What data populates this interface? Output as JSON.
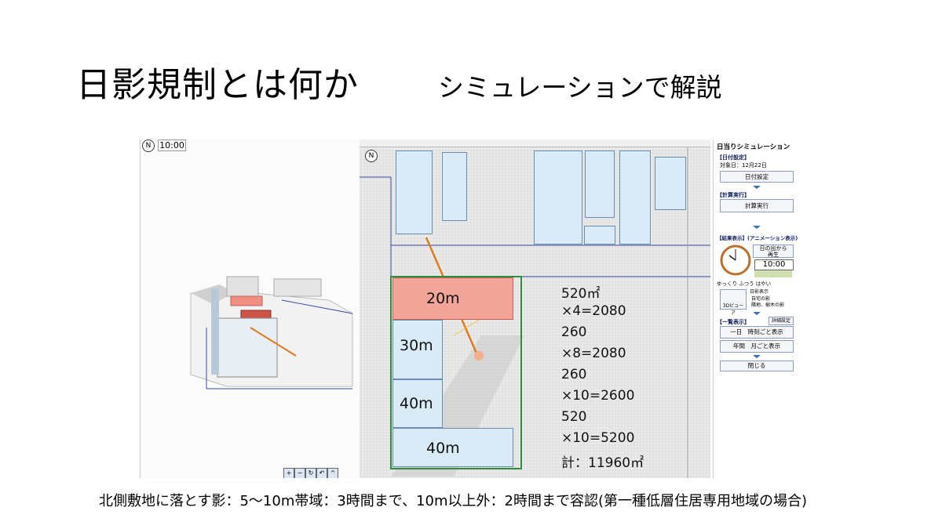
{
  "slide": {
    "title": "日影規制とは何か",
    "subtitle": "シミュレーションで解説",
    "footer": "北側敷地に落とす影：5〜10m帯域：3時間まで、10m以上外：2時間まで容認(第一種低層住居専用地域の場合)"
  },
  "view3d": {
    "time": "10:00",
    "compass": "N"
  },
  "plan": {
    "compass": "N",
    "zones": [
      {
        "label": "20m",
        "highlight": true
      },
      {
        "label": "30m",
        "highlight": false
      },
      {
        "label": "40m",
        "highlight": false
      },
      {
        "label": "40m",
        "highlight": false
      }
    ],
    "calc_lines": [
      "520㎡",
      "×4=2080",
      "260",
      "×8=2080",
      "260",
      "×10=2600",
      "520",
      "×10=5200",
      "計：11960㎡"
    ]
  },
  "sidebar": {
    "app_title": "日当りシミュレーション",
    "date_section": "【日付設定】",
    "target_date": "対象日：12月22日",
    "date_button": "日付設定",
    "calc_section": "【計算実行】",
    "calc_button": "計算実行",
    "result_section": "【結果表示】(アニメーション表示)",
    "sunrise_button_line1": "日の出から",
    "sunrise_button_line2": "再生",
    "time_display": "10:00",
    "speed_options": [
      "ゆっくり",
      "ふつう",
      "はやい"
    ],
    "shadow_label": "日影表示",
    "shadow_options": [
      "自宅の影",
      "隣地、樹木の影"
    ],
    "viewer_button": "3Dビューア",
    "list_section": "【一覧表示】",
    "detail_button": "詳細設定",
    "day_button": "一日　時刻ごと表示",
    "year_button": "年間　月ごと表示",
    "close_button": "閉じる"
  },
  "colors": {
    "highlight_fill": "#f4a59a",
    "zone_border": "#2f8f3f",
    "building_fill": "#d9ebf7",
    "sun_line": "#e07a1f"
  }
}
